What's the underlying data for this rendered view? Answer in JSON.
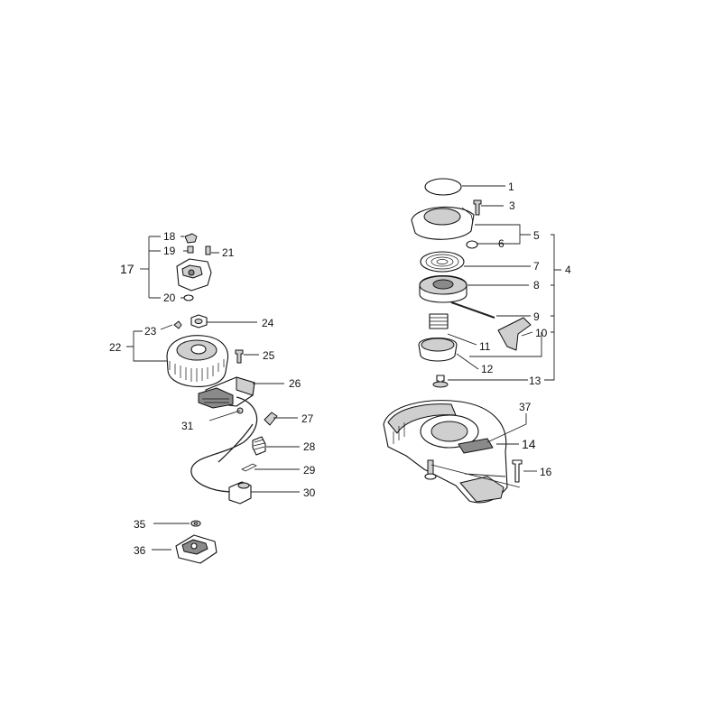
{
  "callouts": {
    "c1": "1",
    "c3": "3",
    "c4": "4",
    "c5": "5",
    "c6": "6",
    "c7": "7",
    "c8": "8",
    "c9": "9",
    "c10": "10",
    "c11": "11",
    "c12": "12",
    "c13": "13",
    "c14": "14",
    "c16": "16",
    "c17": "17",
    "c18": "18",
    "c19": "19",
    "c20": "20",
    "c21": "21",
    "c22": "22",
    "c23": "23",
    "c24": "24",
    "c25": "25",
    "c26": "26",
    "c27": "27",
    "c28": "28",
    "c29": "29",
    "c30": "30",
    "c31": "31",
    "c35": "35",
    "c36": "36",
    "c37": "37"
  }
}
